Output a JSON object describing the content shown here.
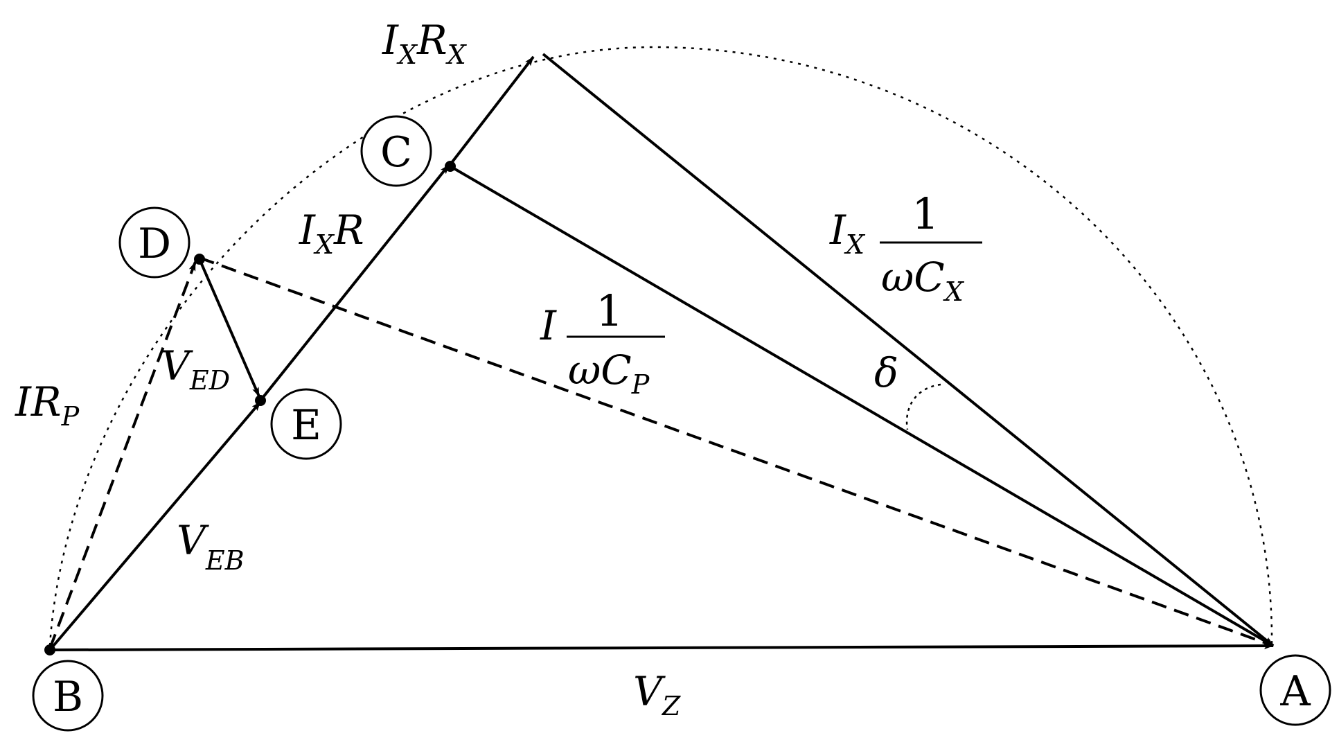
{
  "nodes": {
    "A": "A",
    "B": "B",
    "C": "C",
    "D": "D",
    "E": "E"
  },
  "labels": {
    "vz": {
      "main": "V",
      "sub": "Z"
    },
    "veb": {
      "main": "V",
      "sub": "EB"
    },
    "ved": {
      "main": "V",
      "sub": "ED"
    },
    "irp": {
      "main": "IR",
      "sub": "P"
    },
    "ixr": {
      "main1": "I",
      "sub1": "X",
      "main2": "R"
    },
    "ixrx": {
      "main1": "I",
      "sub1": "X",
      "main2": "R",
      "sub2": "X"
    },
    "ixcx": {
      "prefix": "I",
      "prefix_sub": "X",
      "numerator": "1",
      "denom_omega": "ω",
      "denom_c": "C",
      "denom_sub": "X"
    },
    "icp": {
      "prefix": "I",
      "numerator": "1",
      "denom_omega": "ω",
      "denom_c": "C",
      "denom_sub": "P"
    },
    "delta": "δ"
  }
}
